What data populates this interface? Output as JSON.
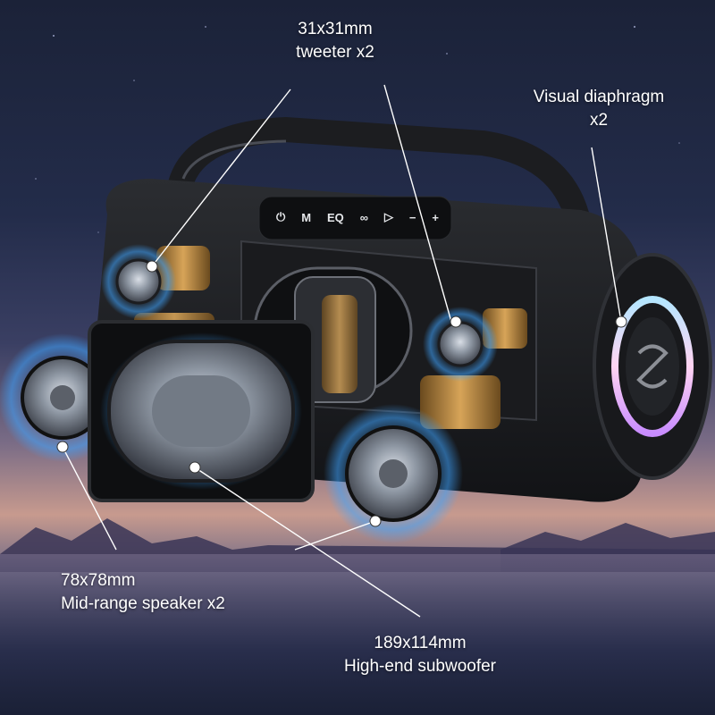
{
  "labels": {
    "tweeter": {
      "line1": "31x31mm",
      "line2": "tweeter x2"
    },
    "visual": {
      "line1": "Visual diaphragm",
      "line2": "x2"
    },
    "mid": {
      "line1": "78x78mm",
      "line2": "Mid-range speaker x2"
    },
    "subwoofer": {
      "line1": "189x114mm",
      "line2": "High-end subwoofer"
    }
  },
  "controls": {
    "buttons": [
      "power-icon",
      "M",
      "EQ",
      "link-icon",
      "play-icon",
      "−",
      "+"
    ]
  },
  "colors": {
    "glow_blue": "#3fa4ff",
    "speaker_body": "#1b1c1f",
    "cone_gray": "#8e97a3",
    "brass": "#b7863e",
    "callout_line": "#ffffff"
  }
}
